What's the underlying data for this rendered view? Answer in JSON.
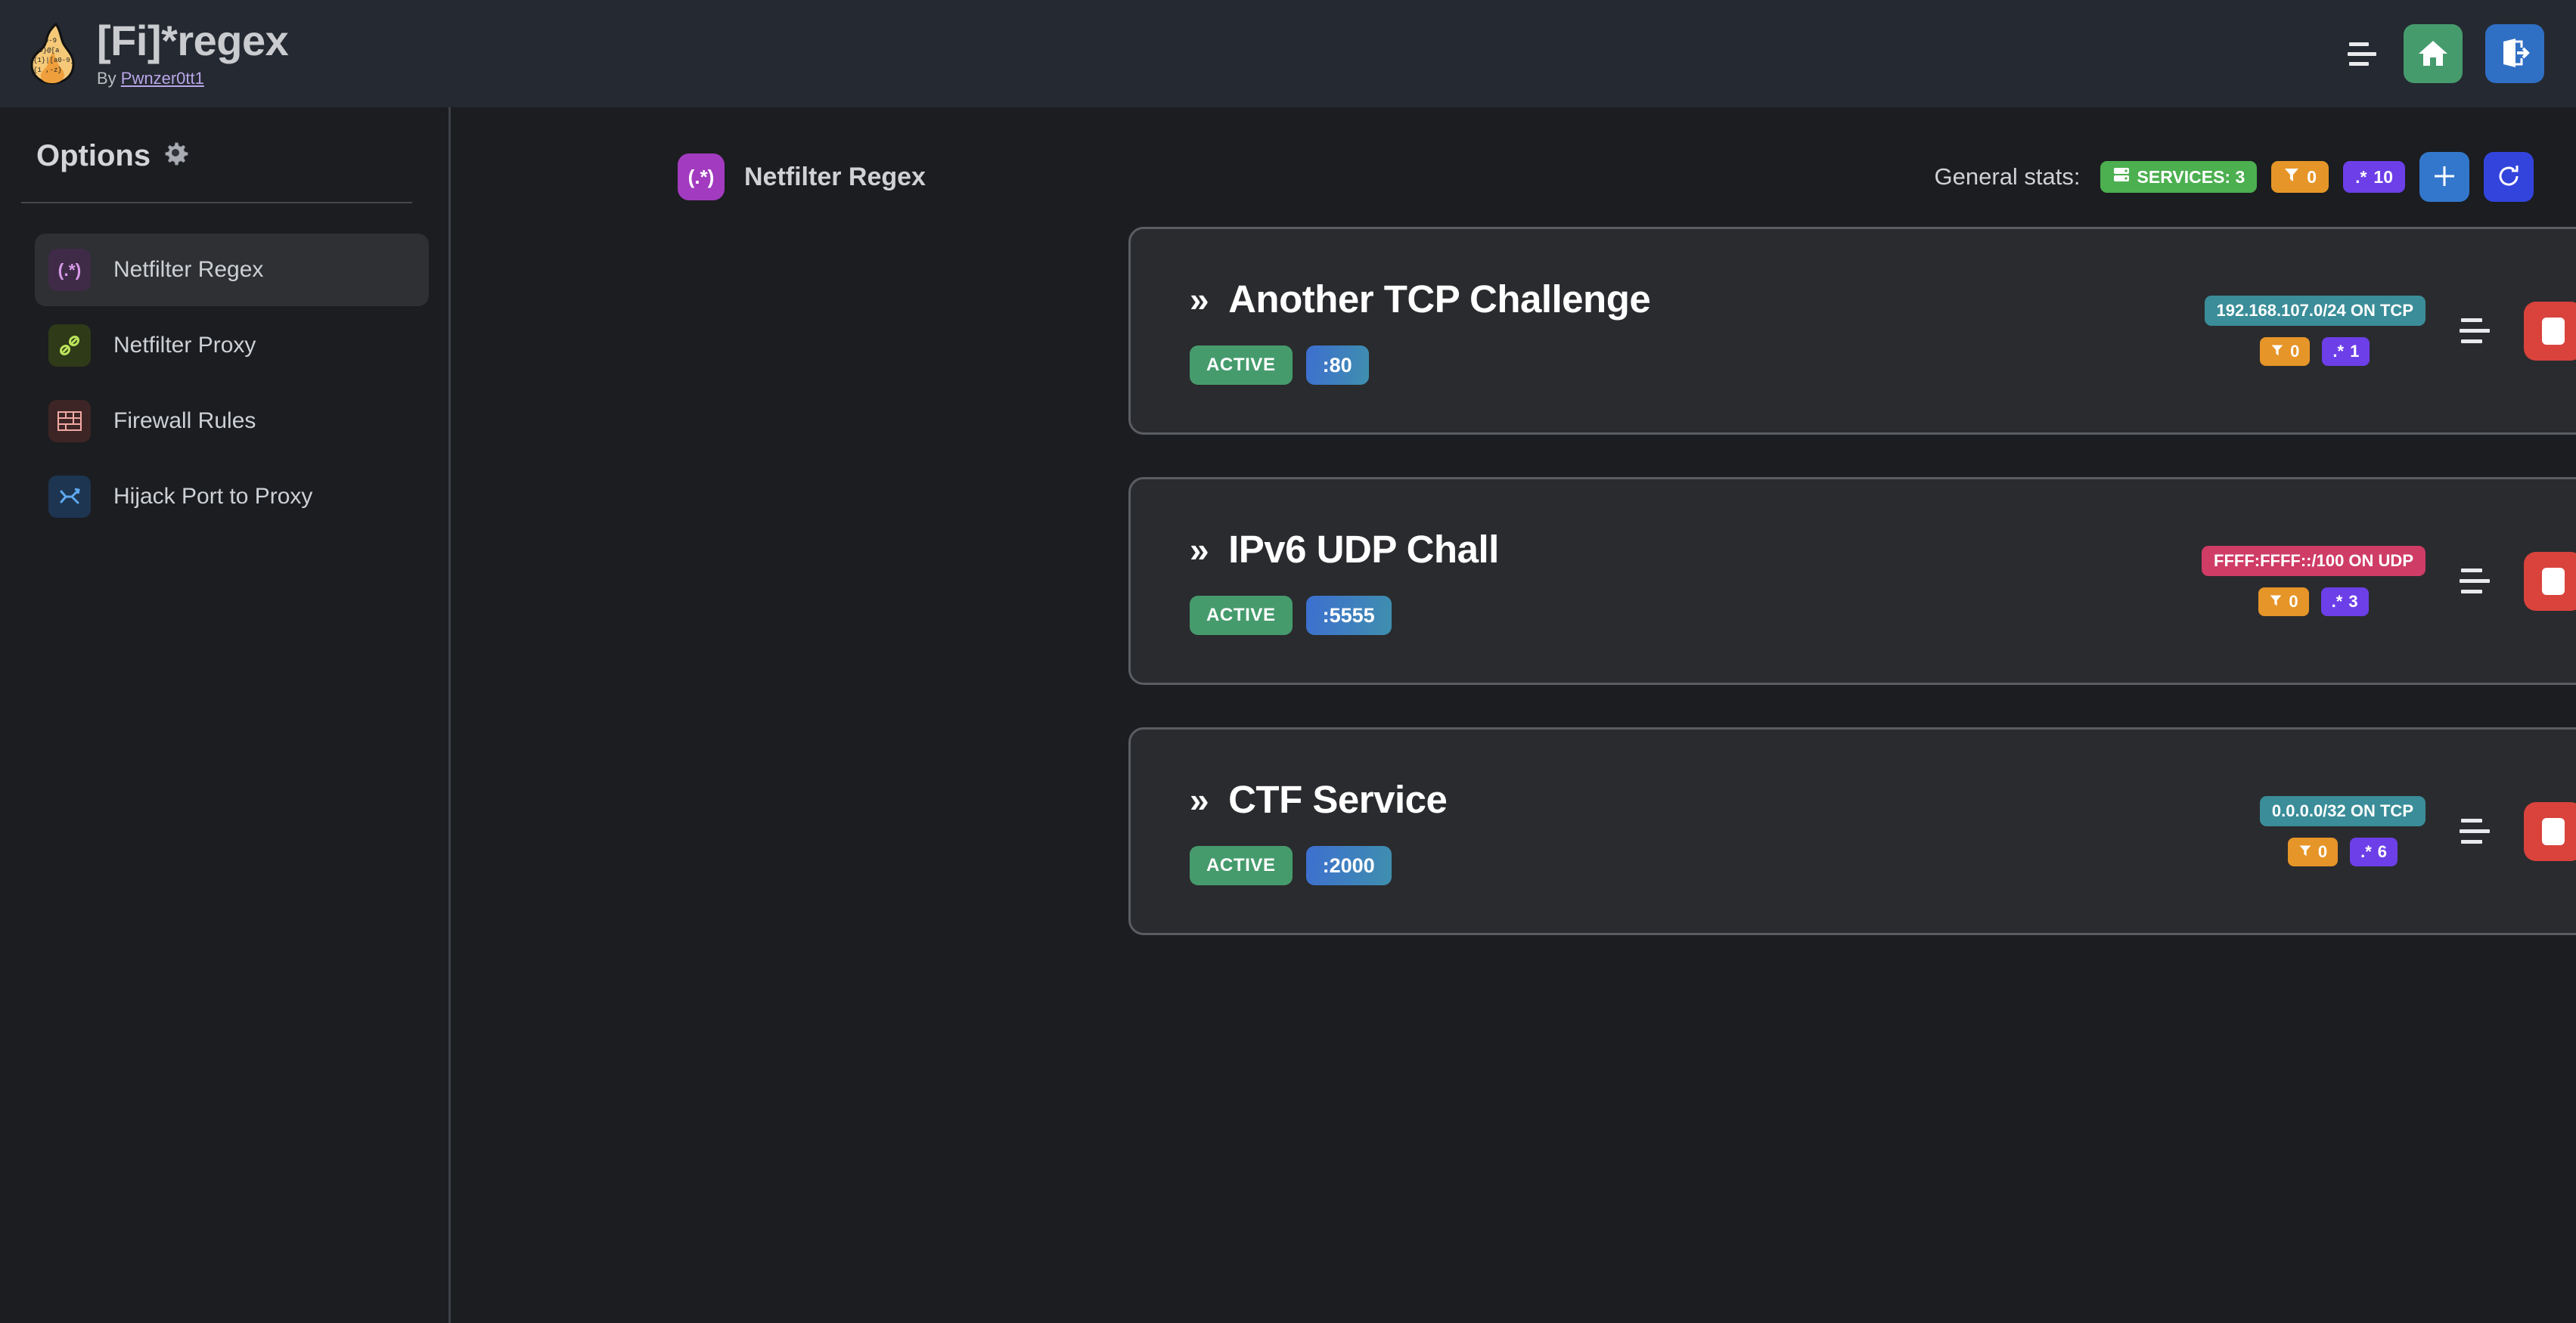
{
  "header": {
    "title": "[Fi]*regex",
    "by_prefix": "By ",
    "author": "Pwnzer0tt1",
    "logo_icon": "flame-icon",
    "menu_icon": "hamburger-icon",
    "home_icon": "home-icon",
    "logout_icon": "logout-icon"
  },
  "sidebar": {
    "title": "Options",
    "gear_icon": "gear-icon",
    "items": [
      {
        "label": "Netfilter Regex",
        "icon": "regex-icon",
        "glyph": "(.*)",
        "active": true
      },
      {
        "label": "Netfilter Proxy",
        "icon": "plug-icon",
        "glyph": "⚭",
        "active": false
      },
      {
        "label": "Firewall Rules",
        "icon": "brick-wall-icon",
        "glyph": "▦",
        "active": false
      },
      {
        "label": "Hijack Port to Proxy",
        "icon": "branch-arrow-icon",
        "glyph": "⎇",
        "active": false
      }
    ]
  },
  "main": {
    "page_icon": "regex-icon",
    "page_icon_glyph": "(.*)",
    "page_title": "Netfilter Regex",
    "stats_label": "General stats:",
    "stats": [
      {
        "name": "services-count",
        "icon": "server-icon",
        "label": "SERVICES: 3",
        "color": "#4caf50"
      },
      {
        "name": "filters-count",
        "icon": "funnel-icon",
        "label": "0",
        "color": "#e69528"
      },
      {
        "name": "regexes-count",
        "icon": "regex-icon",
        "label": "10",
        "glyph": ".*",
        "color": "#6c3fe8"
      }
    ],
    "add_button_icon": "plus-icon",
    "refresh_button_icon": "refresh-icon"
  },
  "services": [
    {
      "name": "Another TCP Challenge",
      "chevron": "»",
      "status": "ACTIVE",
      "port": ":80",
      "network": "192.168.107.0/24 ON TCP",
      "network_proto": "tcp",
      "filters": "0",
      "regexes": "1",
      "drag_icon": "drag-handle-icon",
      "stop_icon": "stop-icon",
      "play_icon": "play-icon",
      "detail_icon": "chevron-right-icon"
    },
    {
      "name": "IPv6 UDP Chall",
      "chevron": "»",
      "status": "ACTIVE",
      "port": ":5555",
      "network": "FFFF:FFFF::/100 ON UDP",
      "network_proto": "udp",
      "filters": "0",
      "regexes": "3",
      "drag_icon": "drag-handle-icon",
      "stop_icon": "stop-icon",
      "play_icon": "play-icon",
      "detail_icon": "chevron-right-icon"
    },
    {
      "name": "CTF Service",
      "chevron": "»",
      "status": "ACTIVE",
      "port": ":2000",
      "network": "0.0.0.0/32 ON TCP",
      "network_proto": "tcp",
      "filters": "0",
      "regexes": "6",
      "drag_icon": "drag-handle-icon",
      "stop_icon": "stop-icon",
      "play_icon": "play-icon",
      "detail_icon": "chevron-right-icon"
    }
  ],
  "colors": {
    "page_bg": "#1b1d20",
    "header_bg": "#252931",
    "card_bg": "#2a2b2e",
    "accent_green": "#469b6d",
    "accent_blue": "#2f6fc4",
    "accent_red": "#d9433c",
    "accent_purple": "#6c3fe8",
    "accent_orange": "#e69528",
    "accent_teal": "#3a8d99",
    "accent_pink": "#cf3c66"
  }
}
